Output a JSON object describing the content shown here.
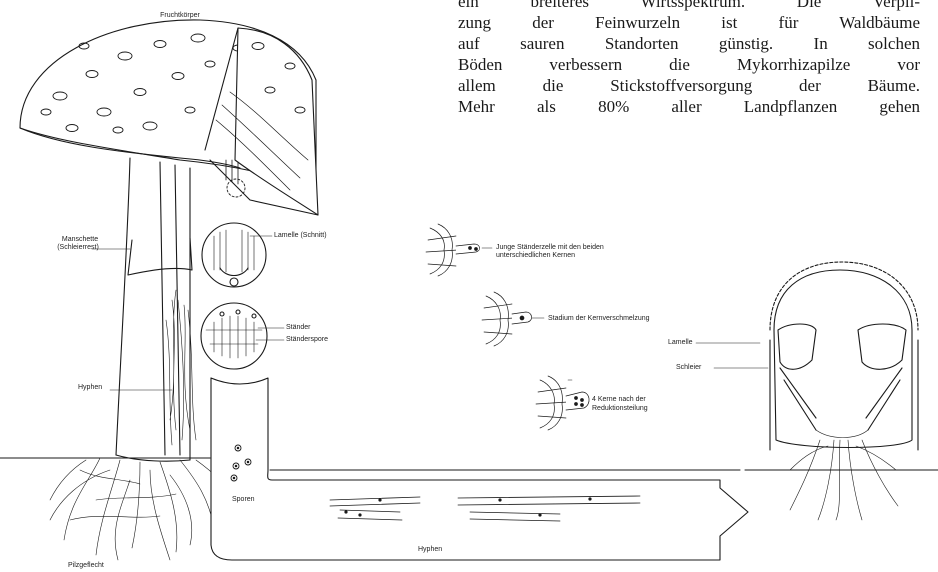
{
  "text": {
    "lines": [
      "ein breiteres Wirtsspektrum. Die Verpil-",
      "zung der Feinwurzeln ist für Waldbäume",
      "auf sauren Standorten günstig. In solchen",
      "Böden verbessern die Mykorrhizapilze vor",
      "allem die Stickstoffversorgung der Bäume.",
      "Mehr als 80% aller Landpflanzen gehen"
    ]
  },
  "labels": {
    "fruchtkoerper": "Fruchtkörper",
    "manschette": "Manschette",
    "schleierrest": "(Schleierrest)",
    "lamelle_schnitt": "Lamelle (Schnitt)",
    "staender": "Ständer",
    "staenderspore": "Ständerspore",
    "hyphen_left": "Hyphen",
    "pilzgeflecht": "Pilzgeflecht",
    "sporen": "Sporen",
    "hyphen_arrow": "Hyphen",
    "junge_1": "Junge Ständerzelle mit den beiden",
    "junge_2": "unterschiedlichen Kernen",
    "stadium": "Stadium der Kernverschmelzung",
    "kerne_1": "4 Kerne nach der",
    "kerne_2": "Reduktionsteilung",
    "lamelle": "Lamelle",
    "schleier": "Schleier"
  },
  "colors": {
    "ink": "#1a1a1a",
    "paper": "#ffffff"
  }
}
